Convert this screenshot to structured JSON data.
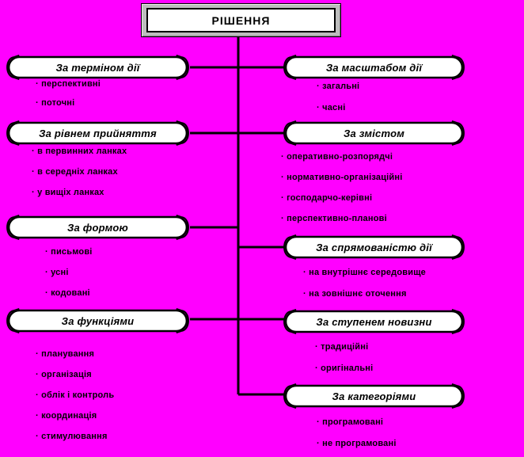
{
  "title": "РІШЕННЯ",
  "colors": {
    "background": "#FF00FF",
    "box_fill": "#FFFFFF",
    "line": "#000000",
    "title_frame": "#BDBDBD"
  },
  "left_groups": [
    {
      "title": "За терміном дії",
      "items": [
        "перспективні",
        "поточні"
      ]
    },
    {
      "title": "За рівнем прийняття",
      "items": [
        "в первинних ланках",
        "в середніх ланках",
        "у вищіх ланках"
      ]
    },
    {
      "title": "За формою",
      "items": [
        "письмові",
        "усні",
        "кодовані"
      ]
    },
    {
      "title": "За функціями",
      "items": [
        "планування",
        "організація",
        "облік і контроль",
        "координація",
        "стимулювання"
      ]
    }
  ],
  "right_groups": [
    {
      "title": "За масштабом дії",
      "items": [
        "загальні",
        "часні"
      ]
    },
    {
      "title": "За змістом",
      "items": [
        "оперативно-розпорядчі",
        "нормативно-організаційні",
        "господарчо-керівні",
        "перспективно-планові"
      ]
    },
    {
      "title": "За спрямованістю дії",
      "items": [
        "на внутрішнє середовище",
        "на зовнішнє оточення"
      ]
    },
    {
      "title": "За ступенем новизни",
      "items": [
        "традиційні",
        "оригінальні"
      ]
    },
    {
      "title": "За категоріями",
      "items": [
        "програмовані",
        "не програмовані"
      ]
    }
  ]
}
